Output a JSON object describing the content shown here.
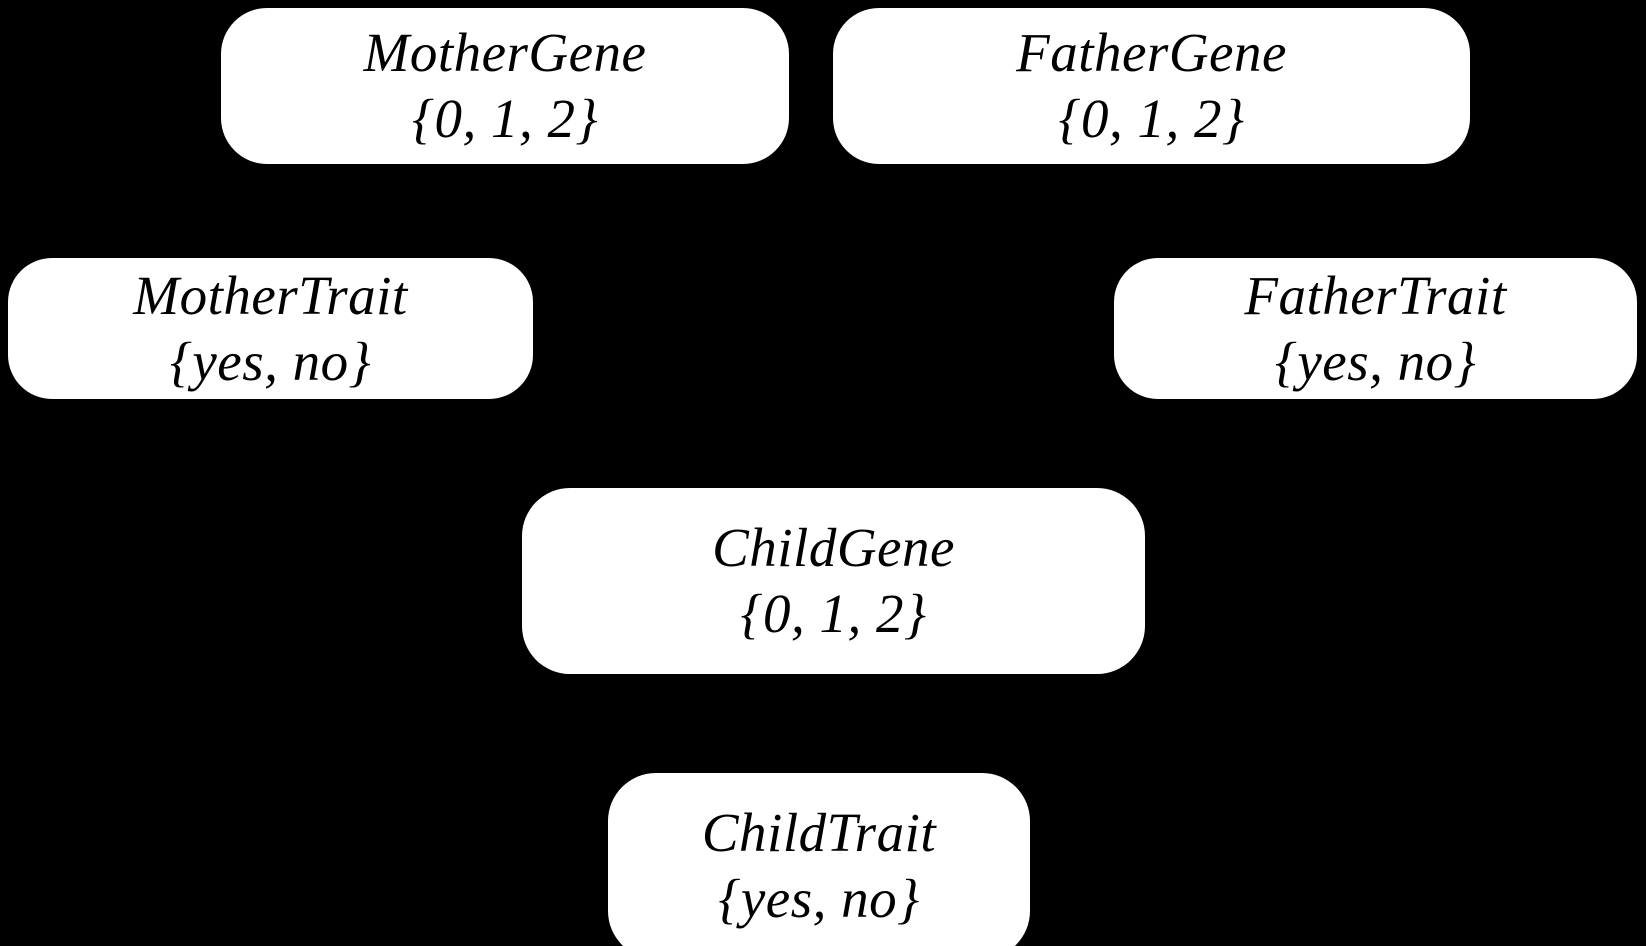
{
  "diagram": {
    "background_color": "#000000",
    "node_fill_color": "#ffffff",
    "node_text_color": "#000000",
    "nodes": [
      {
        "id": "mother-gene",
        "title": "MotherGene",
        "domain": "{0, 1, 2}"
      },
      {
        "id": "father-gene",
        "title": "FatherGene",
        "domain": "{0, 1, 2}"
      },
      {
        "id": "mother-trait",
        "title": "MotherTrait",
        "domain": "{yes, no}"
      },
      {
        "id": "father-trait",
        "title": "FatherTrait",
        "domain": "{yes, no}"
      },
      {
        "id": "child-gene",
        "title": "ChildGene",
        "domain": "{0, 1, 2}"
      },
      {
        "id": "child-trait",
        "title": "ChildTrait",
        "domain": "{yes, no}"
      }
    ]
  }
}
